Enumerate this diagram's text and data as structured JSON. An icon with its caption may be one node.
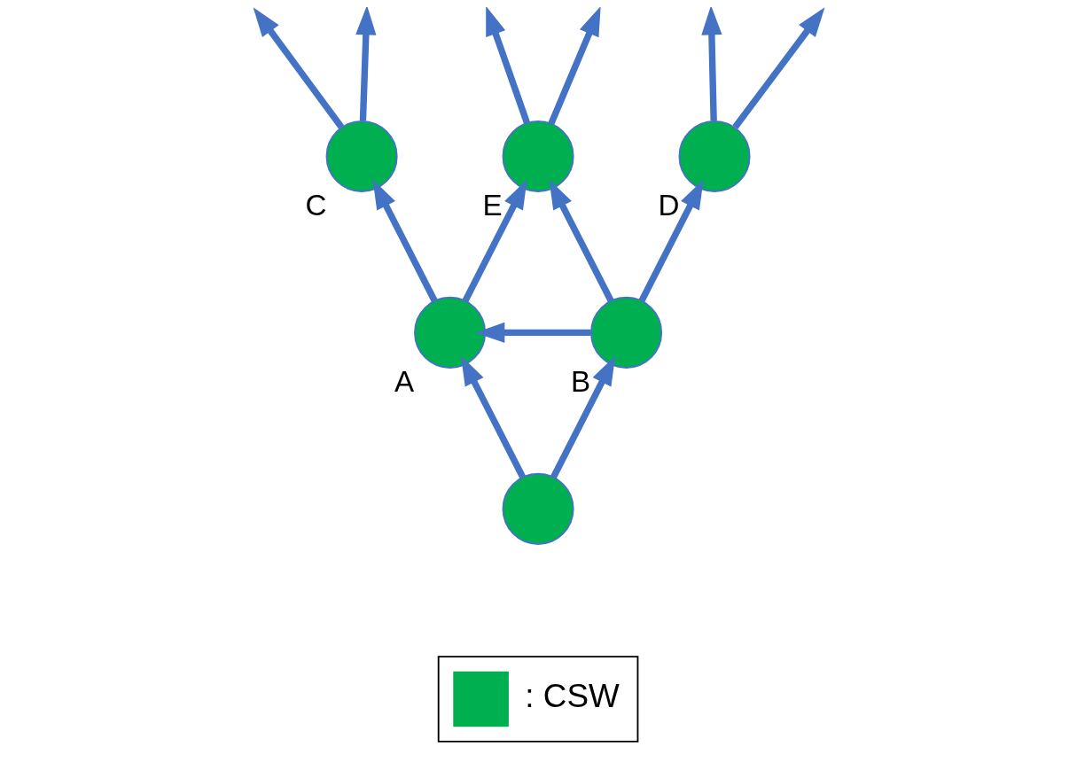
{
  "diagram": {
    "nodes": [
      {
        "text": [],
        "shape": "circle",
        "beside": [
          "C"
        ]
      },
      {
        "text": [],
        "shape": "circle",
        "beside": [
          "E"
        ]
      },
      {
        "text": [],
        "shape": "circle",
        "beside": [
          "D"
        ]
      },
      {
        "text": [],
        "shape": "circle",
        "beside": [
          "A"
        ]
      },
      {
        "text": [],
        "shape": "circle",
        "beside": [
          "B"
        ]
      },
      {
        "text": [],
        "shape": "circle"
      }
    ],
    "edges": [
      {
        "from": 0,
        "to": null,
        "arrow": "to"
      },
      {
        "from": 0,
        "to": null,
        "arrow": "to"
      },
      {
        "from": 1,
        "to": null,
        "arrow": "to"
      },
      {
        "from": 1,
        "to": null,
        "arrow": "to"
      },
      {
        "from": 2,
        "to": null,
        "arrow": "to"
      },
      {
        "from": 2,
        "to": null,
        "arrow": "to"
      },
      {
        "from": 3,
        "to": 0,
        "arrow": "to"
      },
      {
        "from": 3,
        "to": 1,
        "arrow": "to"
      },
      {
        "from": 4,
        "to": 1,
        "arrow": "to"
      },
      {
        "from": 4,
        "to": 2,
        "arrow": "to"
      },
      {
        "from": 4,
        "to": 3,
        "arrow": "to"
      },
      {
        "from": 5,
        "to": 3,
        "arrow": "to"
      },
      {
        "from": 5,
        "to": 4,
        "arrow": "to"
      }
    ],
    "legend": [
      {
        "text": ": CSW",
        "color": "#00b050"
      }
    ]
  }
}
